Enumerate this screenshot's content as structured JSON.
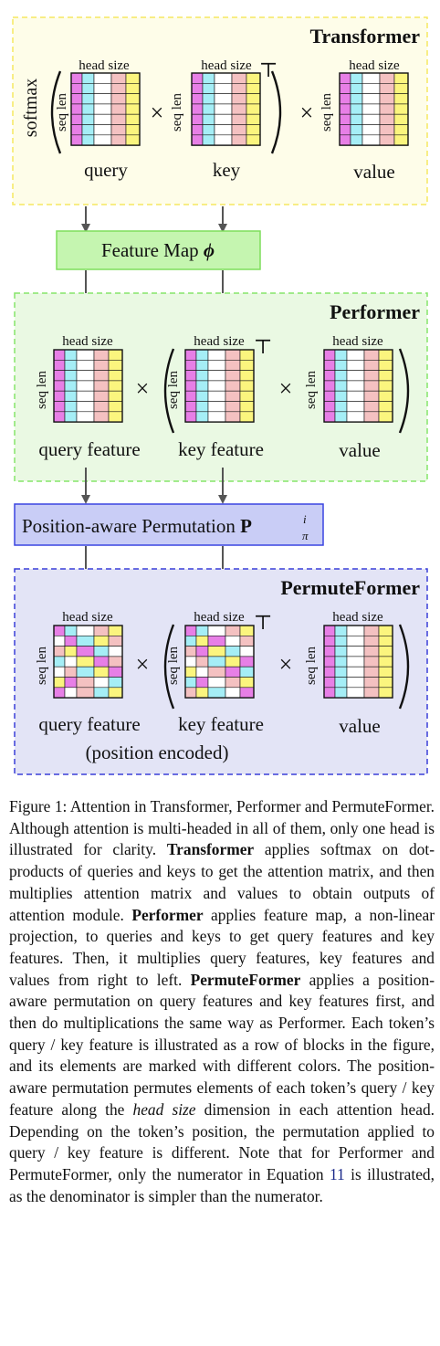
{
  "colors": {
    "magenta": "#e77fe6",
    "cyan": "#a5eef6",
    "white": "#ffffff",
    "pink": "#f4c1c1",
    "yellow": "#fbf57e",
    "transformer_bg": "#fefde9",
    "transformer_border": "#f5e860",
    "performer_bg": "#eaf9e3",
    "performer_border": "#86e56a",
    "feature_map_bg": "#c5f5b0",
    "feature_map_border": "#7fde5c",
    "permuteformer_bg": "#e3e4f6",
    "permuteformer_border": "#3a3fd9",
    "permutation_bg": "#c9cdf6",
    "permutation_border": "#3b45e0",
    "arrow": "#555555"
  },
  "transformer": {
    "title": "Transformer",
    "softmax_label": "softmax",
    "query": {
      "label": "query",
      "head_size": "head size",
      "seq_len": "seq len"
    },
    "key": {
      "label": "key",
      "head_size": "head size",
      "seq_len": "seq len",
      "transpose": "⊤"
    },
    "value": {
      "label": "value",
      "head_size": "head size",
      "seq_len": "seq len"
    },
    "times": "×"
  },
  "feature_map": {
    "label": "Feature Map ",
    "symbol": "ϕ"
  },
  "performer": {
    "title": "Performer",
    "query": {
      "label": "query feature",
      "head_size": "head size",
      "seq_len": "seq len"
    },
    "key": {
      "label": "key feature",
      "head_size": "head size",
      "seq_len": "seq len",
      "transpose": "⊤"
    },
    "value": {
      "label": "value",
      "head_size": "head size",
      "seq_len": "seq len"
    },
    "times": "×"
  },
  "permutation": {
    "label": "Position-aware Permutation ",
    "symbol": "P",
    "superscript": "i",
    "subscript": "π"
  },
  "permuteformer": {
    "title": "PermuteFormer",
    "query": {
      "label": "query feature",
      "label2": "(position encoded)",
      "head_size": "head size",
      "seq_len": "seq len"
    },
    "key": {
      "label": "key feature",
      "head_size": "head size",
      "seq_len": "seq len",
      "transpose": "⊤"
    },
    "value": {
      "label": "value",
      "head_size": "head size",
      "seq_len": "seq len"
    },
    "times": "×"
  },
  "caption": {
    "figure_label": "Figure 1:",
    "text_1": " Attention in Transformer, Performer and PermuteFormer. Although attention is multi-headed in all of them, only one head is illustrated for clarity. ",
    "bold_transformer": "Transformer",
    "text_2": " applies softmax on dot-products of queries and keys to get the attention matrix, and then multiplies attention matrix and values to obtain outputs of attention module. ",
    "bold_performer": "Performer",
    "text_3": " applies feature map, a non-linear projection, to queries and keys to get query features and key features. Then, it multiplies query features, key features and values from right to left. ",
    "bold_permuteformer": "PermuteFormer",
    "text_4": " applies a position-aware permutation on query features and key features first, and then do multiplications the same way as Performer. Each token’s query / key feature is illustrated as a row of blocks in the figure, and its elements are marked with different colors. The position-aware permutation permutes elements of each token’s query / key feature along the ",
    "italic_head_size": "head size",
    "text_5": " dimension in each attention head. Depending on the token’s position, the permutation applied to query / key feature is different. Note that for Performer and PermuteFormer, only the numerator in Equation ",
    "equation_ref": "11",
    "text_6": " is illustrated, as the denominator is simpler than the numerator."
  }
}
